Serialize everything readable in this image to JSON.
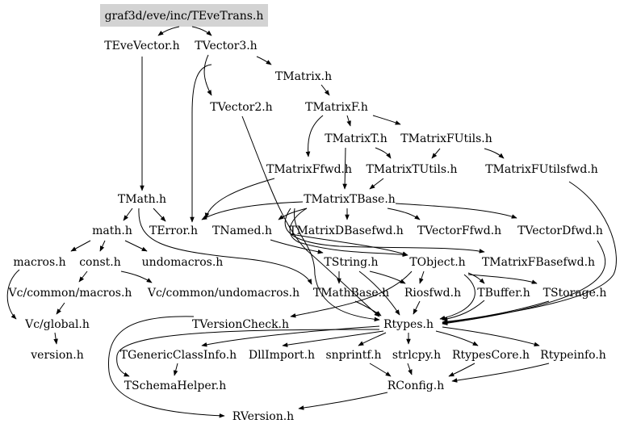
{
  "nodes": {
    "root": "graf3d/eve/inc/TEveTrans.h",
    "teve_vector": "TEveVector.h",
    "tvector3": "TVector3.h",
    "tmatrix": "TMatrix.h",
    "tvector2": "TVector2.h",
    "tmatrixf": "TMatrixF.h",
    "tmatrixt": "TMatrixT.h",
    "tmatrixfutils": "TMatrixFUtils.h",
    "tmatrixffwd": "TMatrixFfwd.h",
    "tmatrixtutils": "TMatrixTUtils.h",
    "tmatrixfutilsfwd": "TMatrixFUtilsfwd.h",
    "tmath": "TMath.h",
    "tmatrixtbase": "TMatrixTBase.h",
    "math": "math.h",
    "terror": "TError.h",
    "tnamed": "TNamed.h",
    "tmatrixdbasefwd": "TMatrixDBasefwd.h",
    "tvectorffwd": "TVectorFfwd.h",
    "tvectordfwd": "TVectorDfwd.h",
    "macros": "macros.h",
    "const": "const.h",
    "undomacros": "undomacros.h",
    "tstring": "TString.h",
    "tobject": "TObject.h",
    "tmatrixfbasefwd": "TMatrixFBasefwd.h",
    "vc_macros": "Vc/common/macros.h",
    "vc_undomacros": "Vc/common/undomacros.h",
    "tmathbase": "TMathBase.h",
    "riosfwd": "Riosfwd.h",
    "tbuffer": "TBuffer.h",
    "tstorage": "TStorage.h",
    "vc_global": "Vc/global.h",
    "tversioncheck": "TVersionCheck.h",
    "rtypes": "Rtypes.h",
    "version": "version.h",
    "tgenericclassinfo": "TGenericClassInfo.h",
    "dllimport": "DllImport.h",
    "snprintf": "snprintf.h",
    "strlcpy": "strlcpy.h",
    "rtypescore": "RtypesCore.h",
    "rtypeinfo": "Rtypeinfo.h",
    "tschemahelper": "TSchemaHelper.h",
    "rconfig": "RConfig.h",
    "rversion": "RVersion.h"
  },
  "colors": {
    "root_fill": "#d3d3d3",
    "edge": "#000000",
    "text": "#000000",
    "background": "#ffffff"
  }
}
